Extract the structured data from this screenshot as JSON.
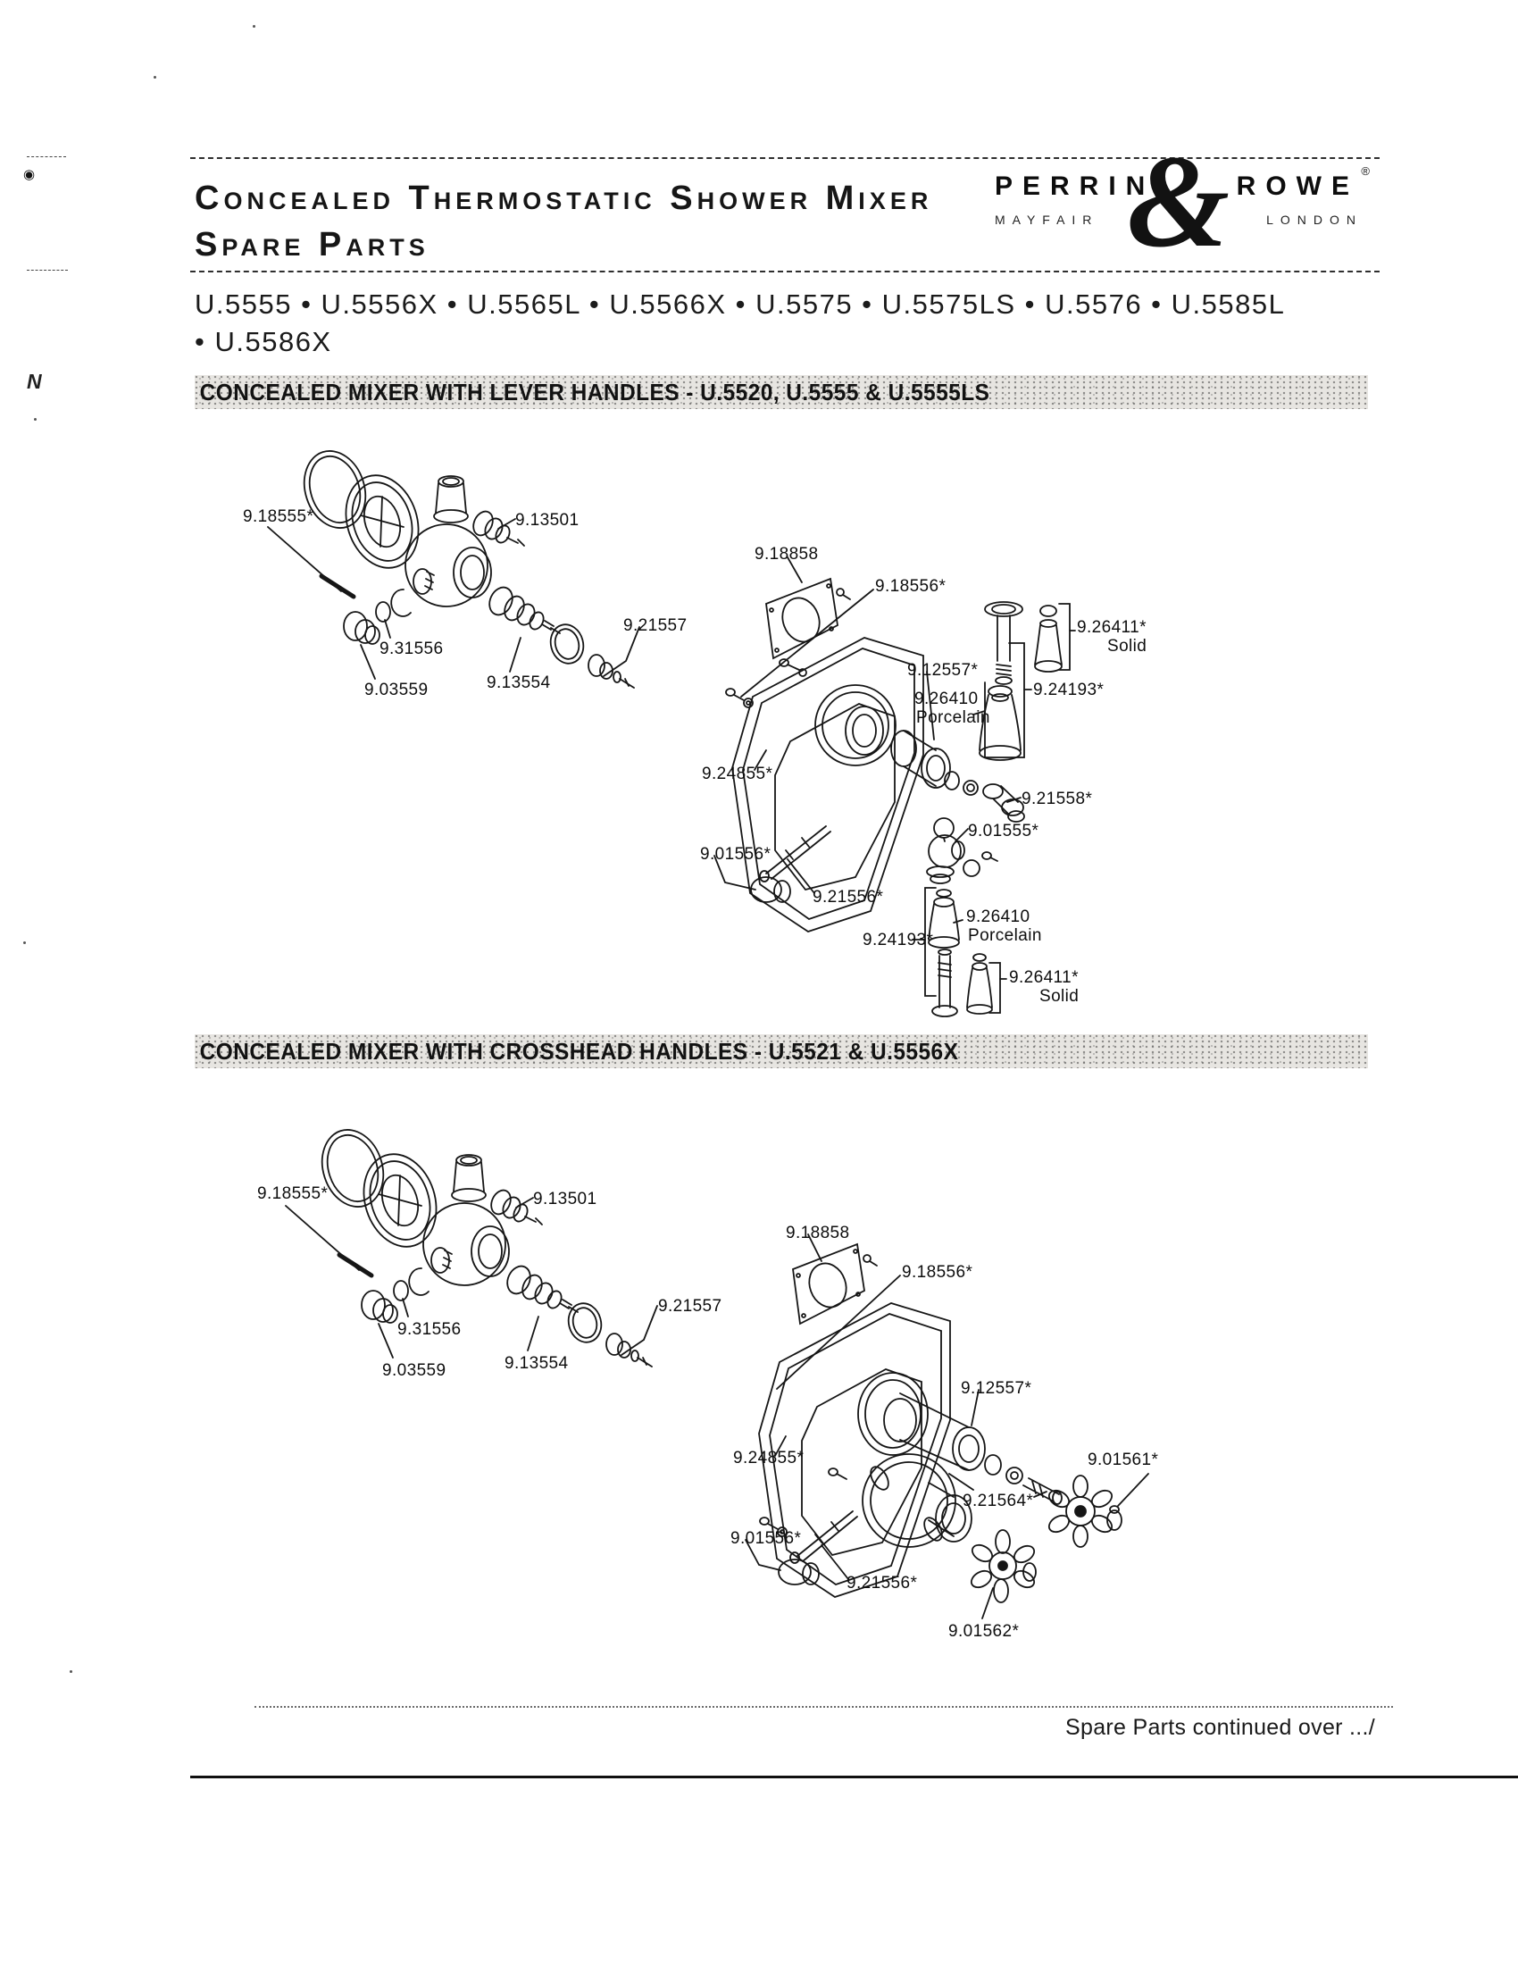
{
  "page": {
    "header": {
      "title_line1": "Concealed Thermostatic Shower Mixer",
      "title_line2": "Spare Parts",
      "logo": {
        "brand_left": "PERRIN",
        "brand_right": "ROWE",
        "registered": "®",
        "ampersand": "&",
        "sub_left": "MAYFAIR",
        "sub_right": "LONDON"
      }
    },
    "models": {
      "line1": "U.5555 • U.5556X • U.5565L • U.5566X • U.5575 • U.5575LS • U.5576 • U.5585L",
      "line2": "• U.5586X"
    },
    "sections": [
      {
        "title": "CONCEALED MIXER WITH LEVER HANDLES - U.5520, U.5555 & U.5555LS",
        "labels": [
          {
            "text": "9.18555*"
          },
          {
            "text": "9.13501"
          },
          {
            "text": "9.31556"
          },
          {
            "text": "9.03559"
          },
          {
            "text": "9.13554"
          },
          {
            "text": "9.21557"
          },
          {
            "text": "9.18858"
          },
          {
            "text": "9.18556*"
          },
          {
            "text": "9.26411*",
            "sub": "Solid"
          },
          {
            "text": "9.12557*"
          },
          {
            "text": "9.26410",
            "sub": "Porcelain"
          },
          {
            "text": "9.24193*"
          },
          {
            "text": "9.24855*"
          },
          {
            "text": "9.21558*"
          },
          {
            "text": "9.01555*"
          },
          {
            "text": "9.01556*"
          },
          {
            "text": "9.21556*"
          },
          {
            "text": "9.26410",
            "sub": "Porcelain"
          },
          {
            "text": "9.24193*"
          },
          {
            "text": "9.26411*",
            "sub": "Solid"
          }
        ]
      },
      {
        "title": "CONCEALED MIXER WITH CROSSHEAD HANDLES - U.5521 & U.5556X",
        "labels": [
          {
            "text": "9.18555*"
          },
          {
            "text": "9.13501"
          },
          {
            "text": "9.31556"
          },
          {
            "text": "9.03559"
          },
          {
            "text": "9.13554"
          },
          {
            "text": "9.21557"
          },
          {
            "text": "9.18858"
          },
          {
            "text": "9.18556*"
          },
          {
            "text": "9.12557*"
          },
          {
            "text": "9.24855*"
          },
          {
            "text": "9.01561*"
          },
          {
            "text": "9.21564*"
          },
          {
            "text": "9.01556*"
          },
          {
            "text": "9.21556*"
          },
          {
            "text": "9.01562*"
          }
        ]
      }
    ],
    "footer": {
      "continued": "Spare Parts continued over .../"
    },
    "margin": {
      "stamp_icon": "◉",
      "note": "N"
    }
  }
}
